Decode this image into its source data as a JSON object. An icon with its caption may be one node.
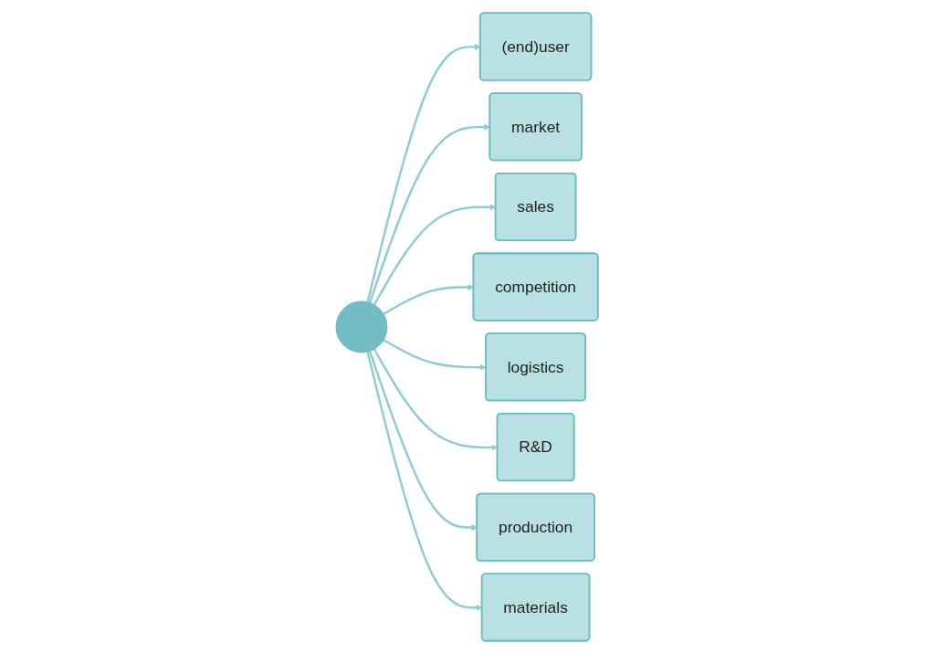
{
  "diagram": {
    "nodes": [
      {
        "text": [
          "(end)user"
        ]
      },
      {
        "text": [
          "market"
        ]
      },
      {
        "text": [
          "sales"
        ]
      },
      {
        "text": [
          "competition"
        ]
      },
      {
        "text": [],
        "shape": "circle"
      },
      {
        "text": [
          "logistics"
        ]
      },
      {
        "text": [
          "R&D"
        ]
      },
      {
        "text": [
          "production"
        ]
      },
      {
        "text": [
          "materials"
        ]
      }
    ],
    "edges": [
      {
        "from": 4,
        "to": 0,
        "arrow": "to"
      },
      {
        "from": 4,
        "to": 1,
        "arrow": "to"
      },
      {
        "from": 4,
        "to": 2,
        "arrow": "to"
      },
      {
        "from": 4,
        "to": 3,
        "arrow": "to"
      },
      {
        "from": 4,
        "to": 5,
        "arrow": "to"
      },
      {
        "from": 4,
        "to": 6,
        "arrow": "to"
      },
      {
        "from": 4,
        "to": 7,
        "arrow": "to"
      },
      {
        "from": 4,
        "to": 8,
        "arrow": "to"
      }
    ]
  }
}
